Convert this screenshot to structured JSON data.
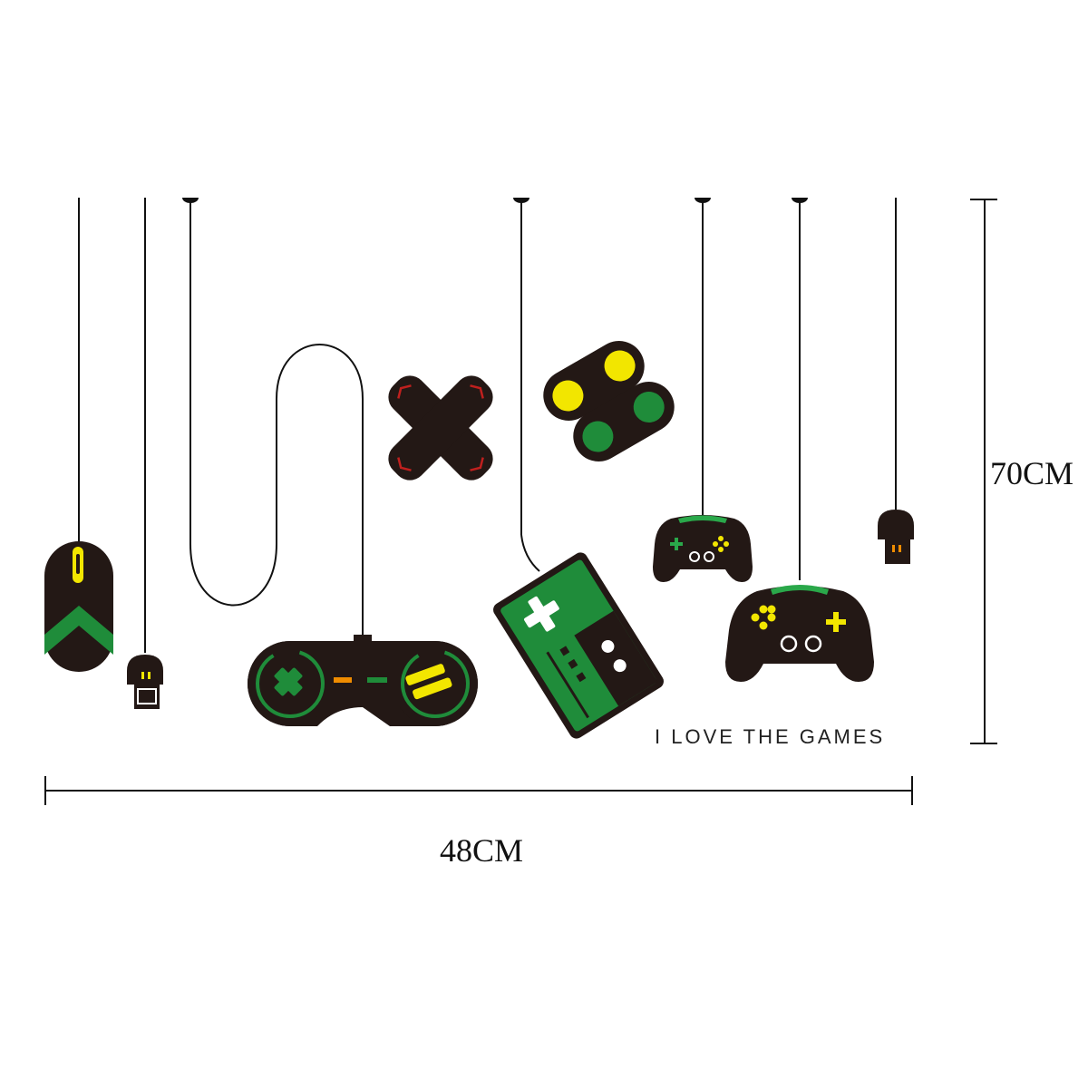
{
  "tagline": "I LOVE THE GAMES",
  "dimensions": {
    "width_label": "48CM",
    "height_label": "70CM"
  },
  "colors": {
    "body": "#231815",
    "green": "#1f8c3a",
    "bright_green": "#2aa84a",
    "yellow": "#f2e600",
    "orange": "#f08c00",
    "red": "#c0201e",
    "white": "#ffffff",
    "line": "#111111"
  },
  "items": [
    {
      "name": "mouse",
      "icon": "mouse-icon"
    },
    {
      "name": "usb-plug-left",
      "icon": "usb-plug-icon"
    },
    {
      "name": "gamepad-classic",
      "icon": "gamepad-icon"
    },
    {
      "name": "dpad-cross",
      "icon": "dpad-icon"
    },
    {
      "name": "shoulder-buttons",
      "icon": "buttons-icon"
    },
    {
      "name": "handheld-remote",
      "icon": "remote-icon"
    },
    {
      "name": "controller-small",
      "icon": "controller-icon"
    },
    {
      "name": "controller-large",
      "icon": "controller-icon"
    },
    {
      "name": "usb-plug-right",
      "icon": "usb-plug-icon"
    }
  ]
}
